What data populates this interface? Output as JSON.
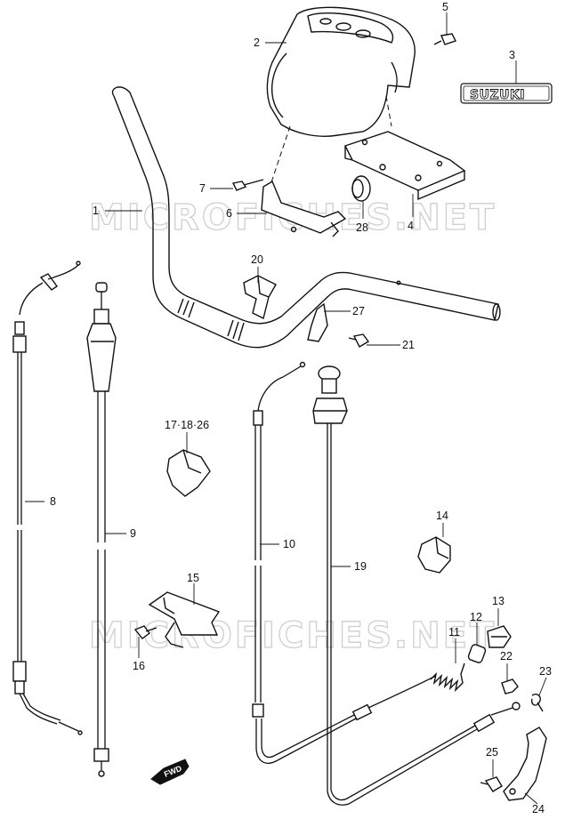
{
  "watermark": "MICROFICHES.NET",
  "brand_decal": "SUZUKI",
  "direction_arrow": "FWD",
  "callouts": {
    "p1": "1",
    "p2": "2",
    "p3": "3",
    "p4": "4",
    "p5": "5",
    "p6": "6",
    "p7": "7",
    "p8": "8",
    "p9": "9",
    "p10": "10",
    "p11": "11",
    "p12": "12",
    "p13": "13",
    "p14": "14",
    "p15": "15",
    "p16": "16",
    "p17_18_26": "17·18·26",
    "p19": "19",
    "p20": "20",
    "p21": "21",
    "p22": "22",
    "p23": "23",
    "p24": "24",
    "p25": "25",
    "p27": "27",
    "p28": "28"
  },
  "colors": {
    "line": "#111111",
    "watermark": "#cfcfcf",
    "background": "#ffffff"
  }
}
